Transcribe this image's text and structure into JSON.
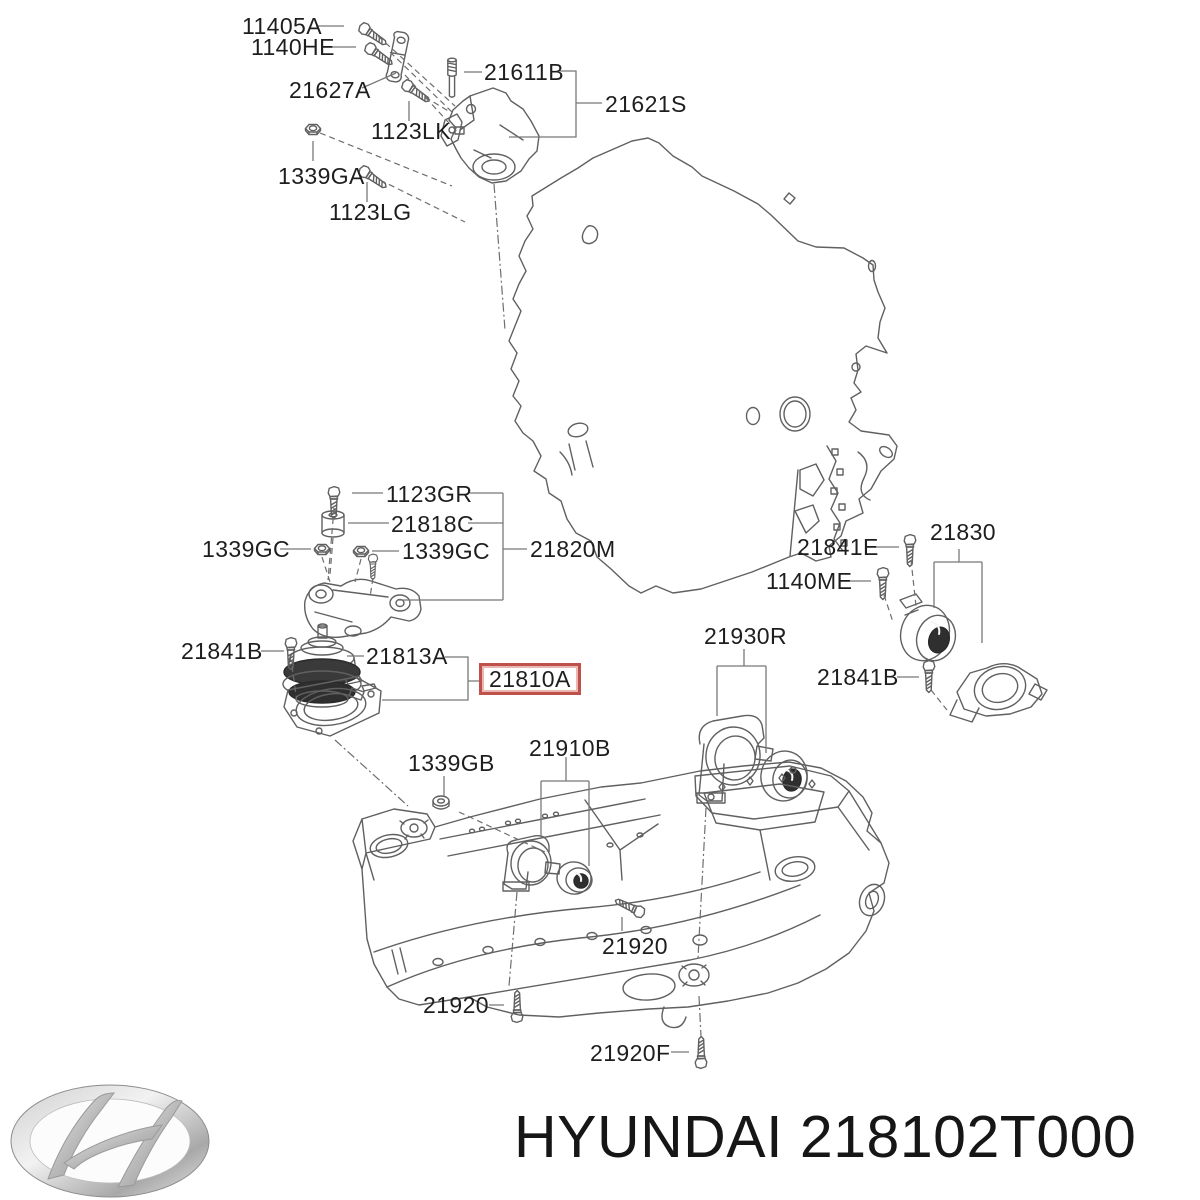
{
  "diagram": {
    "type": "exploded-parts-diagram",
    "highlighted_part": "21810A",
    "labels": [
      {
        "text": "11405A"
      },
      {
        "text": "1140HE"
      },
      {
        "text": "21627A"
      },
      {
        "text": "21611B"
      },
      {
        "text": "21621S"
      },
      {
        "text": "1123LK"
      },
      {
        "text": "1339GA"
      },
      {
        "text": "1123LG"
      },
      {
        "text": "1123GR"
      },
      {
        "text": "21818C"
      },
      {
        "text": "1339GC"
      },
      {
        "text": "1339GC"
      },
      {
        "text": "21820M"
      },
      {
        "text": "21841E"
      },
      {
        "text": "21830"
      },
      {
        "text": "1140ME"
      },
      {
        "text": "21841B"
      },
      {
        "text": "21813A"
      },
      {
        "text": "21810A",
        "highlighted": true
      },
      {
        "text": "21930R"
      },
      {
        "text": "21841B"
      },
      {
        "text": "1339GB"
      },
      {
        "text": "21910B"
      },
      {
        "text": "21920"
      },
      {
        "text": "21920"
      },
      {
        "text": "21920F"
      }
    ]
  },
  "footer": {
    "text": "HYUNDAI 218102T000"
  },
  "colors": {
    "background": "#ffffff",
    "line": "#606060",
    "label_text": "#1e1e1e",
    "highlight_border": "#c0504a",
    "rubber_fill": "#2f2f2f"
  }
}
